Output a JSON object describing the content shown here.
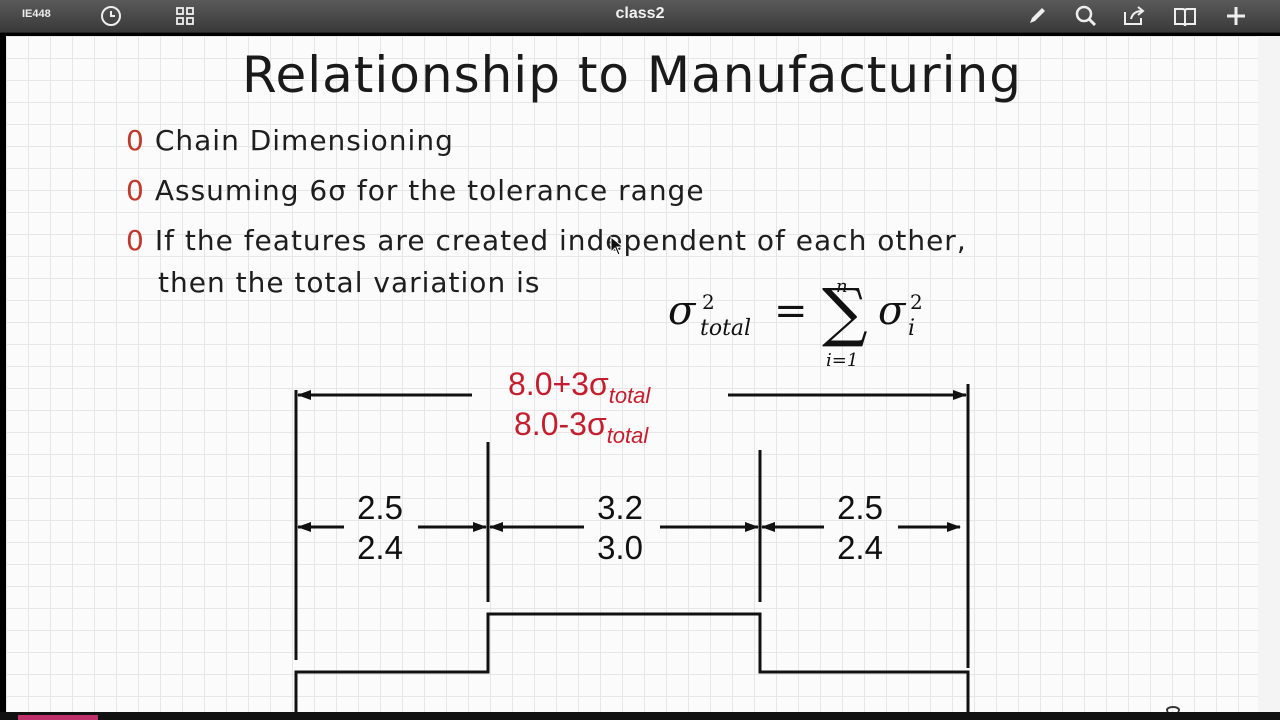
{
  "toolbar": {
    "doc_label": "IE448",
    "title": "class2",
    "icons": [
      "clock-icon",
      "grid-icon",
      "pencil-icon",
      "search-icon",
      "share-icon",
      "book-icon",
      "plus-icon"
    ]
  },
  "slide": {
    "title": "Relationship to Manufacturing",
    "bullet_mark": "0",
    "bullets": [
      {
        "text": "Chain Dimensioning"
      },
      {
        "text": "Assuming 6σ for the tolerance range"
      },
      {
        "text": "If the features are created independent of each other,",
        "continuation": "then the total variation is"
      }
    ],
    "formula": {
      "lhs_symbol": "σ",
      "lhs_sup": "2",
      "lhs_sub": "total",
      "equals": "=",
      "sum_symbol": "∑",
      "sum_upper": "n",
      "sum_lower": "i=1",
      "rhs_symbol": "σ",
      "rhs_sup": "2",
      "rhs_sub": "i"
    },
    "diagram": {
      "overall_upper_main": "8.0+3σ",
      "overall_lower_main": "8.0-3σ",
      "overall_sub": "total",
      "segments": [
        {
          "upper": "2.5",
          "lower": "2.4"
        },
        {
          "upper": "3.2",
          "lower": "3.0"
        },
        {
          "upper": "2.5",
          "lower": "2.4"
        }
      ]
    }
  },
  "colors": {
    "accent_red": "#c41e2e",
    "bullet_red": "#c0392b",
    "toolbar_bg": "#4a4a4a"
  }
}
